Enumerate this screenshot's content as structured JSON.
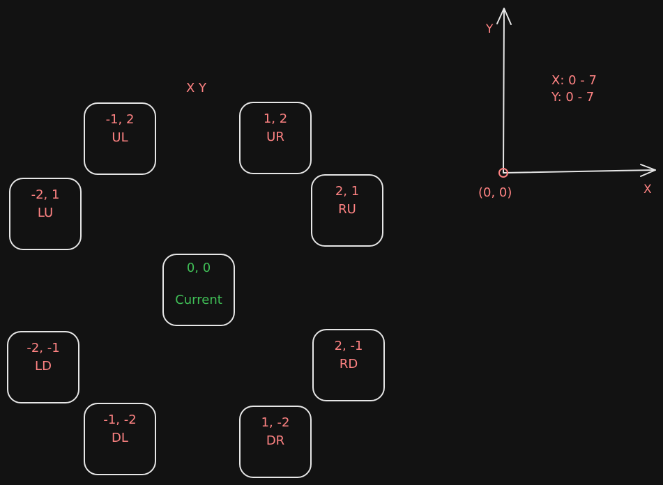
{
  "header": {
    "xy_label": "X Y"
  },
  "nodes": {
    "ul": {
      "coord": "-1, 2",
      "dir": "UL"
    },
    "ur": {
      "coord": "1, 2",
      "dir": "UR"
    },
    "lu": {
      "coord": "-2, 1",
      "dir": "LU"
    },
    "ru": {
      "coord": "2, 1",
      "dir": "RU"
    },
    "current": {
      "coord": "0, 0",
      "dir": "Current"
    },
    "ld": {
      "coord": "-2, -1",
      "dir": "LD"
    },
    "rd": {
      "coord": "2, -1",
      "dir": "RD"
    },
    "dl": {
      "coord": "-1, -2",
      "dir": "DL"
    },
    "dr": {
      "coord": "1, -2",
      "dir": "DR"
    }
  },
  "axes": {
    "y_label": "Y",
    "x_label": "X",
    "origin_label": "(0, 0)",
    "x_range": "X: 0 - 7",
    "y_range": "Y: 0 - 7"
  },
  "colors": {
    "background": "#121212",
    "stroke": "#e6e6e6",
    "text": "#ff8383",
    "current": "#40c057"
  }
}
